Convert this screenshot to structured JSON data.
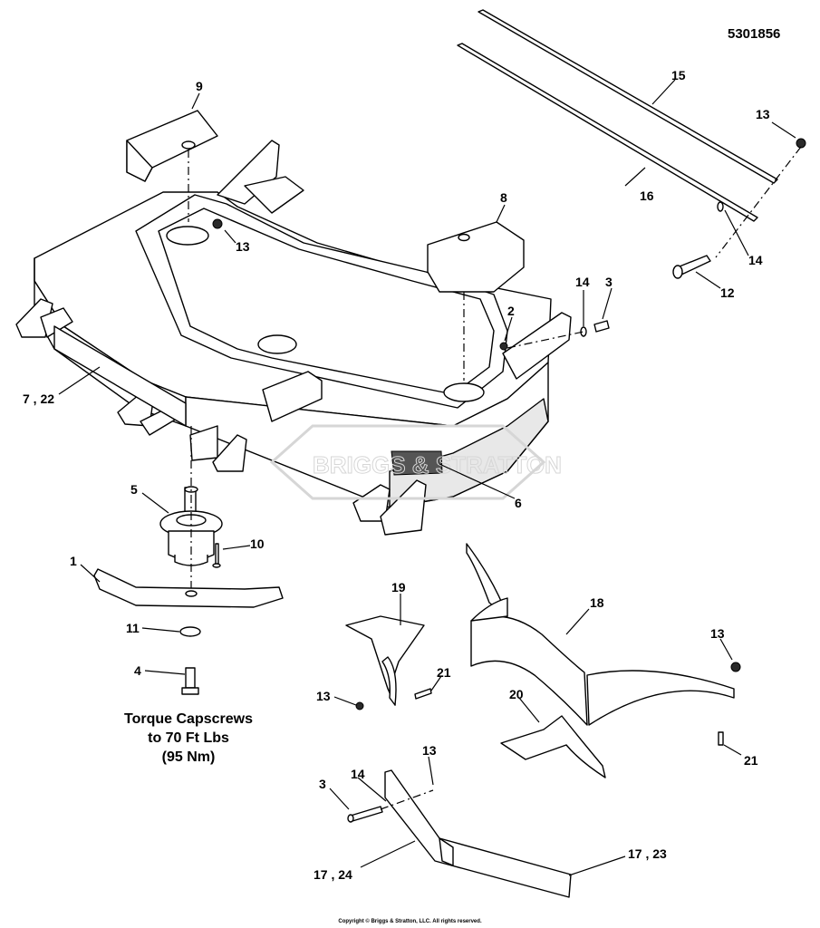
{
  "diagram": {
    "part_number": "5301856",
    "torque_note": [
      "Torque Capscrews",
      "to 70 Ft Lbs",
      "(95 Nm)"
    ],
    "copyright": "Copyright © Briggs & Stratton, LLC. All rights reserved.",
    "watermark_text": "BRIGGS & STRATTON",
    "callouts": {
      "c9": "9",
      "c13a": "13",
      "c8": "8",
      "c15": "15",
      "c16": "16",
      "c13b": "13",
      "c14a": "14",
      "c12": "12",
      "c14b": "14",
      "c3a": "3",
      "c2": "2",
      "c7_22": "7 , 22",
      "c6": "6",
      "c5": "5",
      "c10": "10",
      "c1": "1",
      "c11": "11",
      "c4": "4",
      "c19": "19",
      "c18": "18",
      "c13c": "13",
      "c21a": "21",
      "c13d": "13",
      "c20": "20",
      "c21b": "21",
      "c13e": "13",
      "c14c": "14",
      "c3b": "3",
      "c17_24": "17 , 24",
      "c17_23": "17 , 23"
    }
  }
}
